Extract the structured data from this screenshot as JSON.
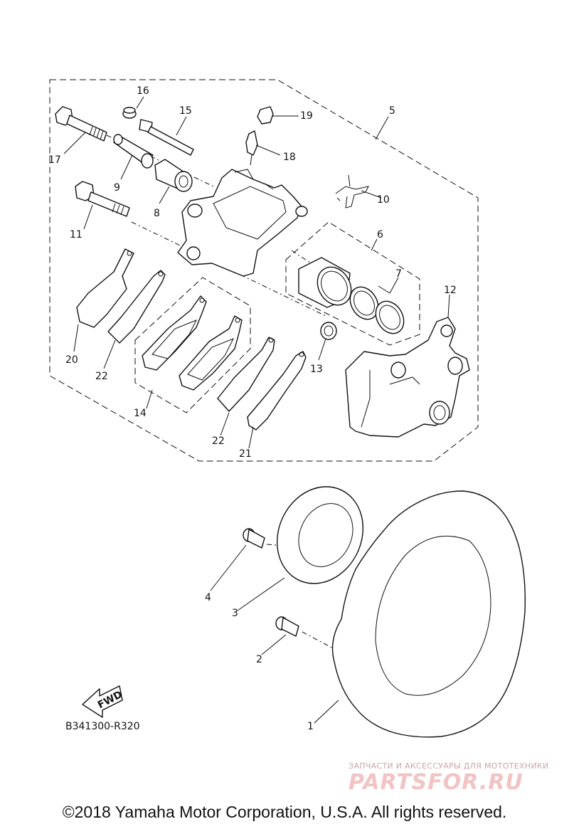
{
  "diagram": {
    "callouts": {
      "p1": "1",
      "p2": "2",
      "p3": "3",
      "p4": "4",
      "p5": "5",
      "p6": "6",
      "p7": "7",
      "p8": "8",
      "p9": "9",
      "p10": "10",
      "p11": "11",
      "p12": "12",
      "p13": "13",
      "p14": "14",
      "p15": "15",
      "p16": "16",
      "p17": "17",
      "p18": "18",
      "p19": "19",
      "p20": "20",
      "p21": "21",
      "p22a": "22",
      "p22b": "22"
    },
    "fwd_label": "FWD",
    "figure_code": "B341300-R320"
  },
  "watermark": {
    "tagline": "ЗАПЧАСТИ И АКСЕССУАРЫ ДЛЯ МОТОТЕХНИКИ",
    "logo": "PARTSFOR.RU"
  },
  "footer": {
    "copyright": "©2018 Yamaha Motor Corporation, U.S.A. All rights reserved."
  }
}
